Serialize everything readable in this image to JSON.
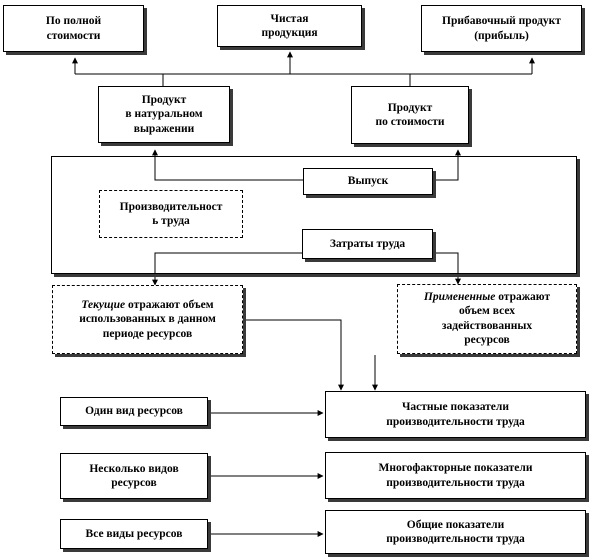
{
  "nodes": {
    "full_cost": "По полной\nстоимости",
    "net_product": "Чистая\nпродукция",
    "surplus_product": "Прибавочный продукт\n(прибыль)",
    "product_natural": "Продукт\nв натуральном\nвыражении",
    "product_cost": "Продукт\nпо стоимости",
    "output": "Выпуск",
    "productivity": "Производительност\nь труда",
    "labor_costs": "Затраты труда",
    "current_term": "Текущие",
    "current_rest": " отражают объем\nиспользованных в данном\nпериоде ресурсов",
    "applied_term": "Примененные",
    "applied_rest": " отражают\nобъем всех\nзадействованных\nресурсов",
    "one_resource": "Один вид ресурсов",
    "several_resources": "Несколько видов\nресурсов",
    "all_resources": "Все виды ресурсов",
    "partial_indicators": "Частные показатели\nпроизводительности труда",
    "multifactor_indicators": "Многофакторные показатели\nпроизводительности труда",
    "general_indicators": "Общие показатели\nпроизводительности труда"
  }
}
